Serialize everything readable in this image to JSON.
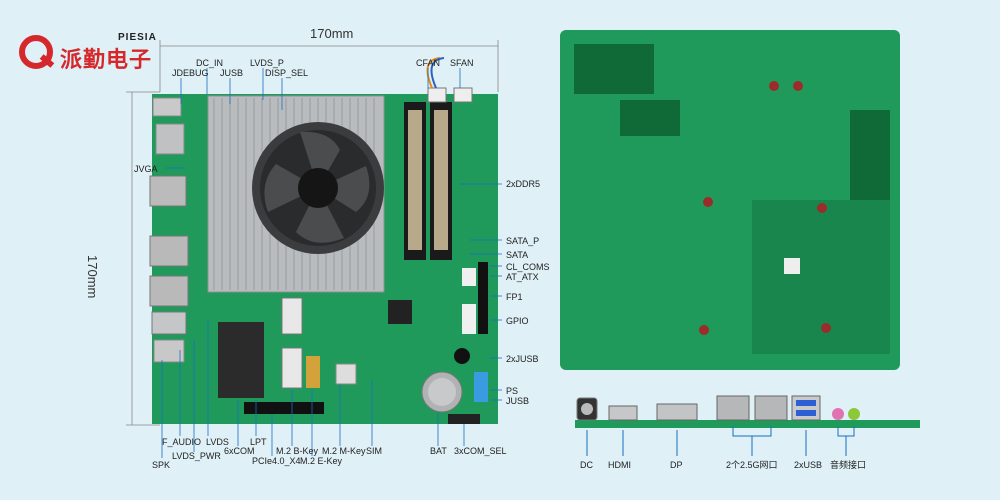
{
  "brand": {
    "name_latin": "PIESIA",
    "name_cn": "派勤电子",
    "color": "#d6282b"
  },
  "dimensions": {
    "width_label": "170mm",
    "height_label": "170mm"
  },
  "top_labels": {
    "jdebug": "JDEBUG",
    "dc_in": "DC_IN",
    "jusb": "JUSB",
    "lvds_p": "LVDS_P",
    "disp_sel": "DISP_SEL",
    "cfan": "CFAN",
    "sfan": "SFAN"
  },
  "left_labels": {
    "jvga": "JVGA"
  },
  "right_labels": {
    "ddr5": "2xDDR5",
    "sata_p": "SATA_P",
    "sata": "SATA",
    "cl_coms": "CL_COMS",
    "at_atx": "AT_ATX",
    "fp1": "FP1",
    "gpio": "GPIO",
    "jusb2": "2xJUSB",
    "ps": "PS",
    "jusb": "JUSB"
  },
  "bottom_labels": {
    "spk": "SPK",
    "f_audio": "F_AUDIO",
    "lvds_pwr": "LVDS_PWR",
    "lvds": "LVDS",
    "com6": "6xCOM",
    "lpt": "LPT",
    "pcie": "PCIe4.0_X4",
    "m2_bkey": "M.2 B-Key",
    "m2_ekey": "M.2 E-Key",
    "m2_mkey": "M.2 M-Key",
    "sim": "SIM",
    "bat": "BAT",
    "com_sel": "3xCOM_SEL"
  },
  "io_labels": {
    "dc": "DC",
    "hdmi": "HDMI",
    "dp": "DP",
    "lan": "2个2.5G网口",
    "usb": "2xUSB",
    "audio": "音频接口"
  },
  "colors": {
    "pcb": "#1f9a5a",
    "pcb_dark": "#167a45",
    "heatsink": "#b9bcbf",
    "background": "#dff0f7"
  }
}
